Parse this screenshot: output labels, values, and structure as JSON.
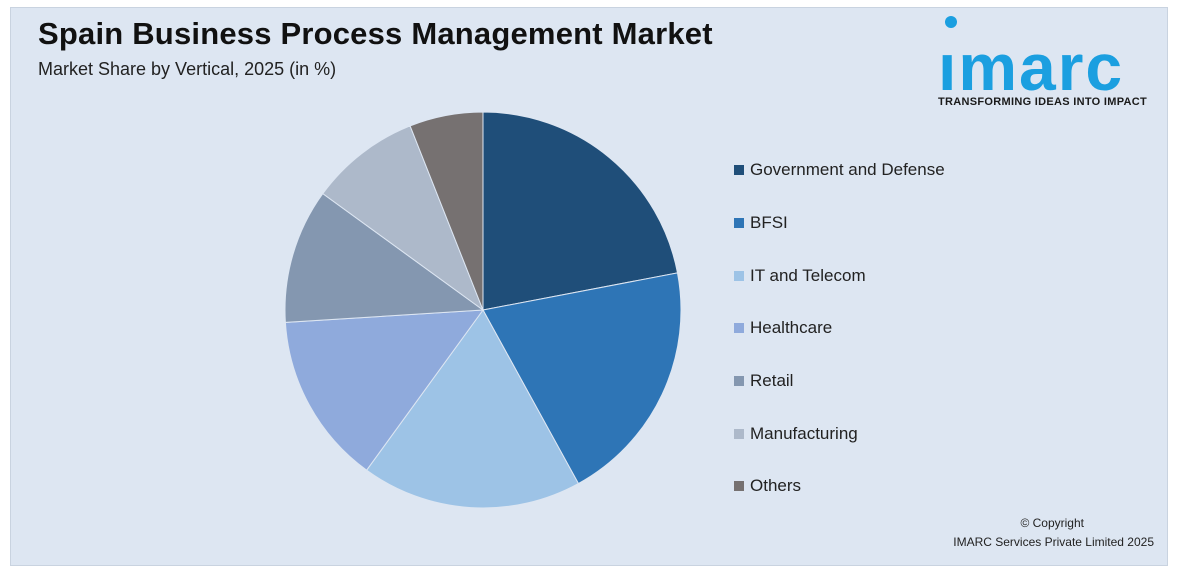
{
  "chart_data": {
    "type": "pie",
    "title": "Spain Business Process Management Market",
    "subtitle": "Market Share by Vertical, 2025 (in %)",
    "categories": [
      "Government and Defense",
      "BFSI",
      "IT and Telecom",
      "Healthcare",
      "Retail",
      "Manufacturing",
      "Others"
    ],
    "values": [
      22,
      20,
      18,
      14,
      11,
      9,
      6
    ],
    "colors": [
      "#1f4e79",
      "#2e75b6",
      "#9dc3e6",
      "#8faadc",
      "#8497b0",
      "#adb9ca",
      "#767171"
    ],
    "start_angle_deg": 0,
    "direction": "clockwise",
    "legend_position": "right"
  },
  "logo": {
    "word": "ımarc",
    "tagline": "TRANSFORMING IDEAS INTO IMPACT",
    "color": "#1b9fe0"
  },
  "footer": {
    "copyright_line1": "© Copyright",
    "copyright_line2": "IMARC Services Private Limited 2025"
  }
}
